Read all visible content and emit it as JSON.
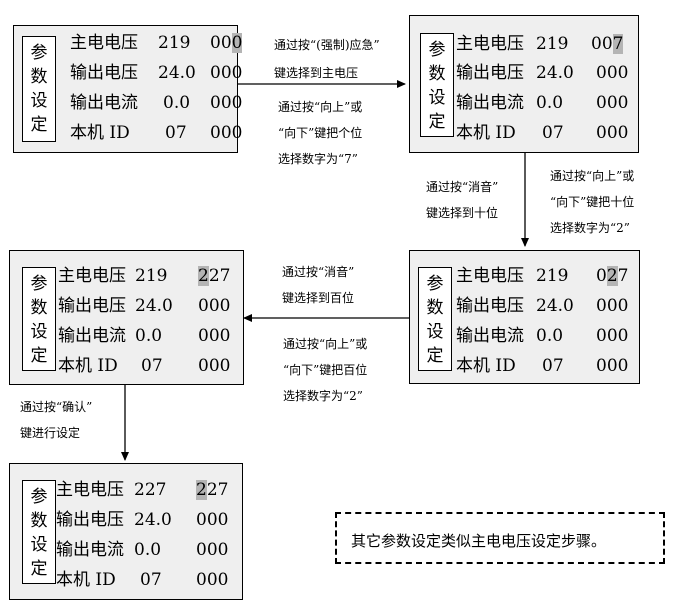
{
  "panels": [
    {
      "tag": [
        "参",
        "数",
        "设",
        "定"
      ],
      "rows": [
        {
          "label": "主电电压",
          "v1": "219",
          "v2_pre": "00",
          "v2_cur": "0",
          "v2_post": ""
        },
        {
          "label": "输出电压",
          "v1": "24.0",
          "v2_pre": "000",
          "v2_cur": "",
          "v2_post": ""
        },
        {
          "label": "输出电流",
          "v1": "0.0",
          "v2_pre": "000",
          "v2_cur": "",
          "v2_post": ""
        },
        {
          "label": "本机 ID",
          "v1": "07",
          "v2_pre": "000",
          "v2_cur": "",
          "v2_post": ""
        }
      ]
    },
    {
      "tag": [
        "参",
        "数",
        "设",
        "定"
      ],
      "rows": [
        {
          "label": "主电电压",
          "v1": "219",
          "v2_pre": "00",
          "v2_cur": "7",
          "v2_post": ""
        },
        {
          "label": "输出电压",
          "v1": "24.0",
          "v2_pre": "000",
          "v2_cur": "",
          "v2_post": ""
        },
        {
          "label": "输出电流",
          "v1": "0.0",
          "v2_pre": "000",
          "v2_cur": "",
          "v2_post": ""
        },
        {
          "label": "本机 ID",
          "v1": "07",
          "v2_pre": "000",
          "v2_cur": "",
          "v2_post": ""
        }
      ]
    },
    {
      "tag": [
        "参",
        "数",
        "设",
        "定"
      ],
      "rows": [
        {
          "label": "主电电压",
          "v1": "219",
          "v2_pre": "0",
          "v2_cur": "2",
          "v2_post": "7"
        },
        {
          "label": "输出电压",
          "v1": "24.0",
          "v2_pre": "000",
          "v2_cur": "",
          "v2_post": ""
        },
        {
          "label": "输出电流",
          "v1": "0.0",
          "v2_pre": "000",
          "v2_cur": "",
          "v2_post": ""
        },
        {
          "label": "本机 ID",
          "v1": "07",
          "v2_pre": "000",
          "v2_cur": "",
          "v2_post": ""
        }
      ]
    },
    {
      "tag": [
        "参",
        "数",
        "设",
        "定"
      ],
      "rows": [
        {
          "label": "主电电压",
          "v1": "219",
          "v2_pre": "",
          "v2_cur": "2",
          "v2_post": "27"
        },
        {
          "label": "输出电压",
          "v1": "24.0",
          "v2_pre": "000",
          "v2_cur": "",
          "v2_post": ""
        },
        {
          "label": "输出电流",
          "v1": "0.0",
          "v2_pre": "000",
          "v2_cur": "",
          "v2_post": ""
        },
        {
          "label": "本机 ID",
          "v1": "07",
          "v2_pre": "000",
          "v2_cur": "",
          "v2_post": ""
        }
      ]
    },
    {
      "tag": [
        "参",
        "数",
        "设",
        "定"
      ],
      "rows": [
        {
          "label": "主电电压",
          "v1": "227",
          "v2_pre": "",
          "v2_cur": "2",
          "v2_post": "27"
        },
        {
          "label": "输出电压",
          "v1": "24.0",
          "v2_pre": "000",
          "v2_cur": "",
          "v2_post": ""
        },
        {
          "label": "输出电流",
          "v1": "0.0",
          "v2_pre": "000",
          "v2_cur": "",
          "v2_post": ""
        },
        {
          "label": "本机 ID",
          "v1": "07",
          "v2_pre": "000",
          "v2_cur": "",
          "v2_post": ""
        }
      ]
    }
  ],
  "notes": {
    "step1_a": "通过按“(强制)应急”",
    "step1_b": "键选择到主电压",
    "step2_a": "通过按“向上”或",
    "step2_b": "“向下”键把个位",
    "step2_c": "选择数字为“7”",
    "step3_a": "通过按“消音”",
    "step3_b": "键选择到十位",
    "step4_a": "通过按“向上”或",
    "step4_b": "“向下”键把十位",
    "step4_c": "选择数字为“2”",
    "step5_a": "通过按“消音”",
    "step5_b": "键选择到百位",
    "step6_a": "通过按“向上”或",
    "step6_b": "“向下”键把百位",
    "step6_c": "选择数字为“2”",
    "step7_a": "通过按“确认”",
    "step7_b": "键进行设定"
  },
  "footer_note": "其它参数设定类似主电电压设定步骤。"
}
